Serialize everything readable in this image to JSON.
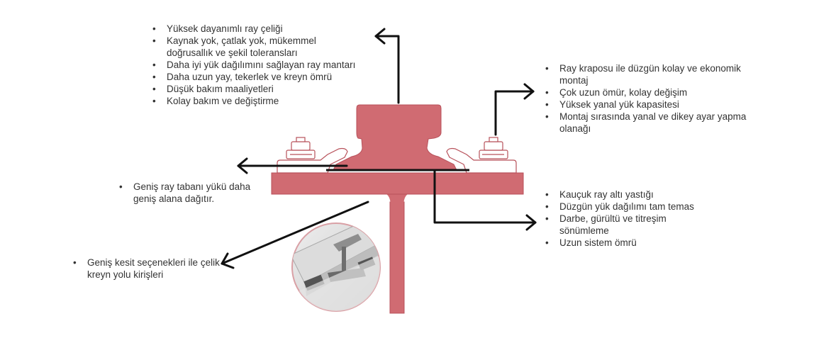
{
  "colors": {
    "rail": "#d06b72",
    "rail_stroke": "#b8525b",
    "arrow": "#111111",
    "text": "#333333"
  },
  "top_center": {
    "items": [
      "Yüksek dayanımlı ray çeliği",
      "Kaynak yok, çatlak yok, mükemmel doğrusallık ve şekil toleransları",
      "Daha iyi yük dağılımını sağlayan ray mantarı",
      "Daha uzun yay, tekerlek ve kreyn ömrü",
      "Düşük bakım maaliyetleri",
      "Kolay bakım ve değiştirme"
    ]
  },
  "top_right": {
    "items": [
      "Ray kraposu ile düzgün kolay ve ekonomik montaj",
      "Çok uzun ömür, kolay değişim",
      "Yüksek yanal yük kapasitesi",
      "Montaj sırasında yanal ve dikey ayar yapma olanağı"
    ]
  },
  "middle_left": {
    "text": "Geniş ray tabanı yükü daha geniş alana dağıtır."
  },
  "bottom_right": {
    "items": [
      "Kauçuk ray altı yastığı",
      "Düzgün yük dağılımı tam temas",
      "Darbe, gürültü ve titreşim sönümleme",
      "Uzun sistem ömrü"
    ]
  },
  "bottom_left": {
    "text": "Geniş kesit seçenekleri ile çelik kreyn yolu kirişleri"
  },
  "icons": {
    "rail": "rail-cross-section-icon",
    "clip": "rail-clip-icon",
    "photo": "rail-installation-photo-icon"
  }
}
